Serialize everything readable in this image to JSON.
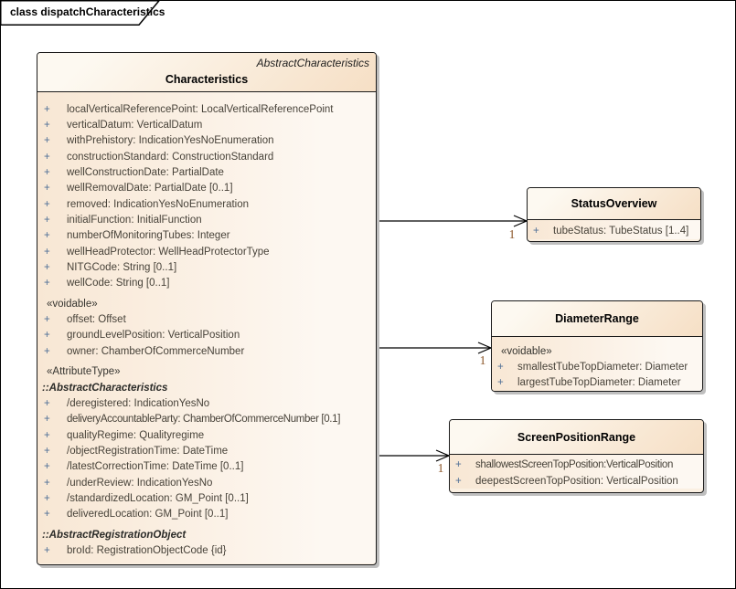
{
  "frame": {
    "title": "class dispatchCharacteristics"
  },
  "style": {
    "frame_border": "#000000",
    "box_border": "#1b1b1b",
    "header_fill_light": "#fdf9f1",
    "header_fill_peach": "#f6dfc5",
    "body_fill_left": "#f8e7d4",
    "body_fill_right": "#fdf8f2",
    "text_color": "#474239",
    "visibility_plus_color": "#4f6f96",
    "multiplicity_color": "#8a5426",
    "shadow_color": "#bfbfbf"
  },
  "characteristics": {
    "stereotype": "AbstractCharacteristics",
    "name": "Characteristics",
    "items": [
      {
        "k": "attr",
        "v": "+",
        "t": "localVerticalReferencePoint: LocalVerticalReferencePoint"
      },
      {
        "k": "attr",
        "v": "+",
        "t": "verticalDatum: VerticalDatum"
      },
      {
        "k": "attr",
        "v": "+",
        "t": "withPrehistory: IndicationYesNoEnumeration"
      },
      {
        "k": "attr",
        "v": "+",
        "t": "constructionStandard: ConstructionStandard"
      },
      {
        "k": "attr",
        "v": "+",
        "t": "wellConstructionDate: PartialDate"
      },
      {
        "k": "attr",
        "v": "+",
        "t": "wellRemovalDate: PartialDate [0..1]"
      },
      {
        "k": "attr",
        "v": "+",
        "t": "removed: IndicationYesNoEnumeration"
      },
      {
        "k": "attr",
        "v": "+",
        "t": "initialFunction: InitialFunction"
      },
      {
        "k": "attr",
        "v": "+",
        "t": "numberOfMonitoringTubes: Integer"
      },
      {
        "k": "attr",
        "v": "+",
        "t": "wellHeadProtector: WellHeadProtectorType"
      },
      {
        "k": "attr",
        "v": "+",
        "t": "NITGCode: String [0..1]"
      },
      {
        "k": "attr",
        "v": "+",
        "t": "wellCode: String [0..1]"
      },
      {
        "k": "stereo",
        "t": "«voidable»"
      },
      {
        "k": "attr",
        "v": "+",
        "t": "offset: Offset"
      },
      {
        "k": "attr",
        "v": "+",
        "t": "groundLevelPosition: VerticalPosition"
      },
      {
        "k": "attr",
        "v": "+",
        "t": "owner: ChamberOfCommerceNumber"
      },
      {
        "k": "stereo",
        "t": "«AttributeType»"
      },
      {
        "k": "super",
        "t": "::AbstractCharacteristics"
      },
      {
        "k": "attr",
        "v": "+",
        "t": "/deregistered: IndicationYesNo"
      },
      {
        "k": "attr",
        "v": "+",
        "t": "deliveryAccountableParty: ChamberOfCommerceNumber [0.1]"
      },
      {
        "k": "attr",
        "v": "+",
        "t": "qualityRegime: Qualityregime"
      },
      {
        "k": "attr",
        "v": "+",
        "t": "/objectRegistrationTime: DateTime"
      },
      {
        "k": "attr",
        "v": "+",
        "t": "/latestCorrectionTime: DateTime [0..1]"
      },
      {
        "k": "attr",
        "v": "+",
        "t": "/underReview: IndicationYesNo"
      },
      {
        "k": "attr",
        "v": "+",
        "t": "/standardizedLocation: GM_Point [0..1]"
      },
      {
        "k": "attr",
        "v": "+",
        "t": "deliveredLocation: GM_Point [0..1]"
      },
      {
        "k": "super",
        "t": "::AbstractRegistrationObject"
      },
      {
        "k": "attr",
        "v": "+",
        "t": "broId: RegistrationObjectCode {id}"
      }
    ]
  },
  "statusOverview": {
    "name": "StatusOverview",
    "items": [
      {
        "v": "+",
        "t": "tubeStatus: TubeStatus [1..4]"
      }
    ]
  },
  "diameterRange": {
    "name": "DiameterRange",
    "items": [
      {
        "k": "stereo",
        "t": "«voidable»"
      },
      {
        "k": "attr",
        "v": "+",
        "t": "smallestTubeTopDiameter: Diameter"
      },
      {
        "k": "attr",
        "v": "+",
        "t": "largestTubeTopDiameter: Diameter"
      }
    ]
  },
  "screenPositionRange": {
    "name": "ScreenPositionRange",
    "items": [
      {
        "v": "+",
        "t": "shallowestScreenTopPosition:VerticalPosition"
      },
      {
        "v": "+",
        "t": "deepestScreenTopPosition: VerticalPosition"
      }
    ]
  },
  "connectors": [
    {
      "from": "Characteristics",
      "to": "StatusOverview",
      "multiplicity": "1",
      "arrowhead": "open"
    },
    {
      "from": "Characteristics",
      "to": "DiameterRange",
      "multiplicity": "1",
      "arrowhead": "open"
    },
    {
      "from": "Characteristics",
      "to": "ScreenPositionRange",
      "multiplicity": "1",
      "arrowhead": "open"
    }
  ]
}
